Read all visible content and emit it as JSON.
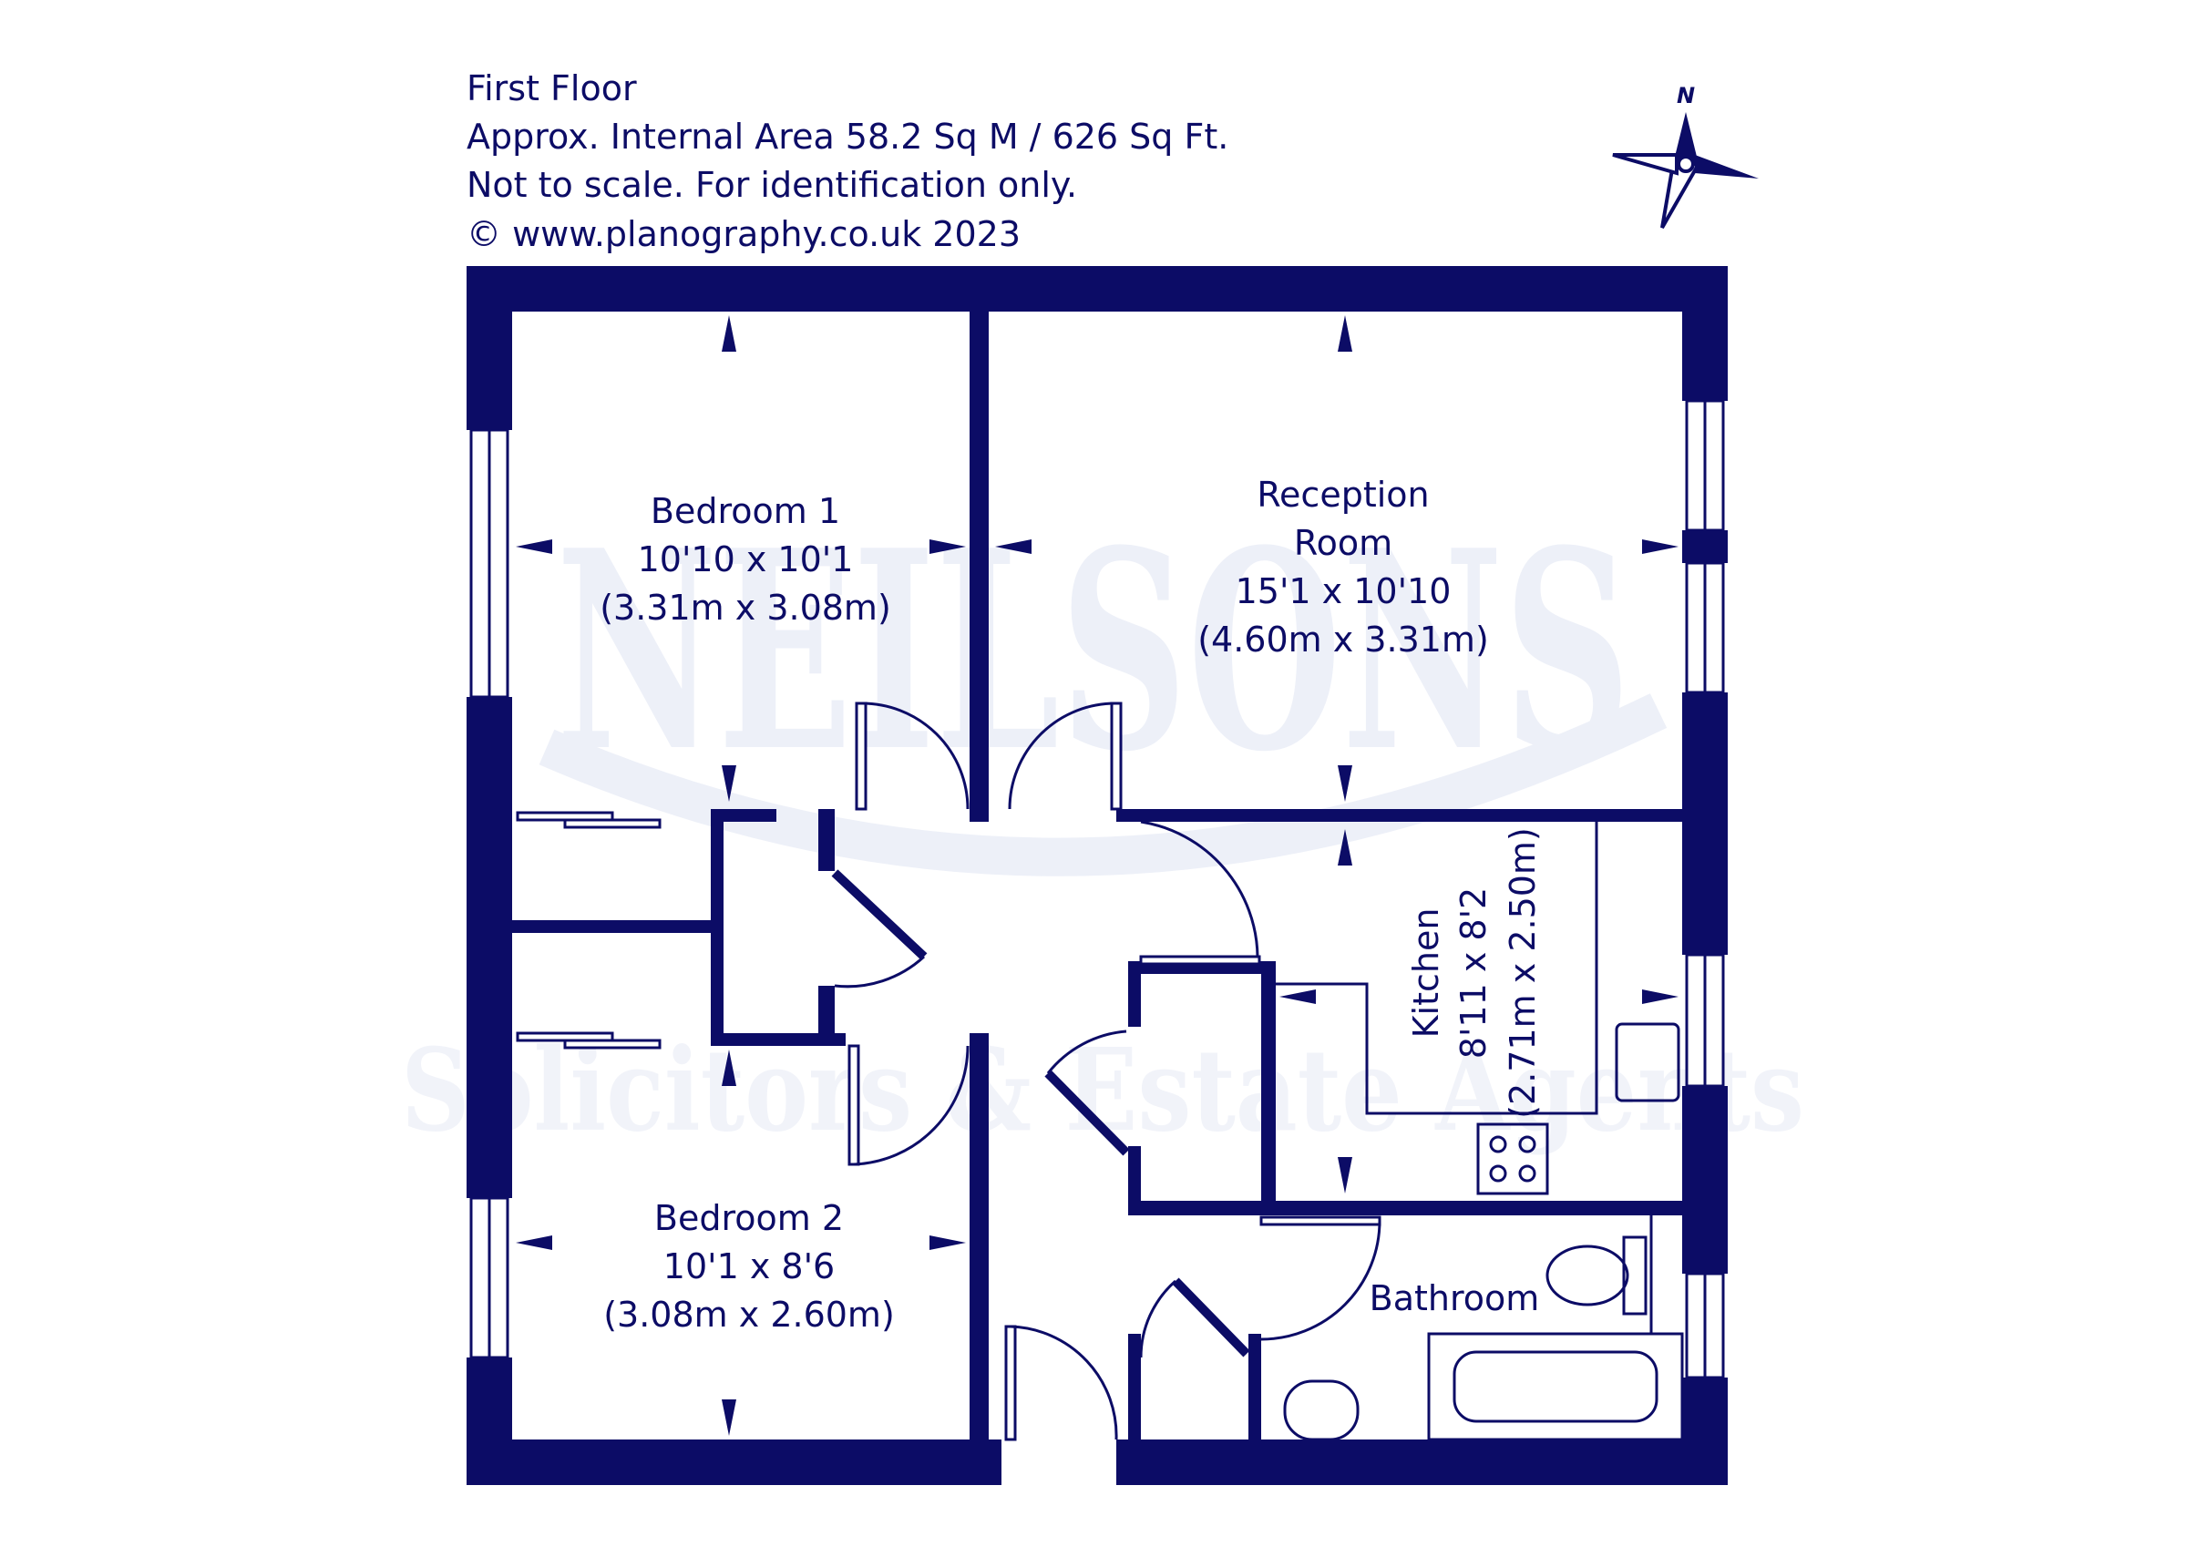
{
  "header": {
    "floor": "First Floor",
    "area": "Approx. Internal Area 58.2 Sq M / 626 Sq Ft.",
    "disclaimer": "Not to scale. For identification only.",
    "copyright": "© www.planography.co.uk 2023"
  },
  "compass": {
    "north_label": "N"
  },
  "watermark": {
    "brand": "NEILSONS",
    "tagline": "Solicitors & Estate Agents"
  },
  "rooms": {
    "bedroom1": {
      "name": "Bedroom 1",
      "imperial": "10'10 x 10'1",
      "metric": "(3.31m x 3.08m)"
    },
    "reception": {
      "name_line1": "Reception",
      "name_line2": "Room",
      "imperial": "15'1 x 10'10",
      "metric": "(4.60m x 3.31m)"
    },
    "kitchen": {
      "name": "Kitchen",
      "imperial": "8'11 x 8'2",
      "metric": "(2.71m x 2.50m)"
    },
    "bedroom2": {
      "name": "Bedroom 2",
      "imperial": "10'1 x 8'6",
      "metric": "(3.08m x 2.60m)"
    },
    "bathroom": {
      "name": "Bathroom"
    }
  },
  "colors": {
    "wall": "#0c0c66",
    "watermark": "#eceff7",
    "background": "#ffffff"
  }
}
